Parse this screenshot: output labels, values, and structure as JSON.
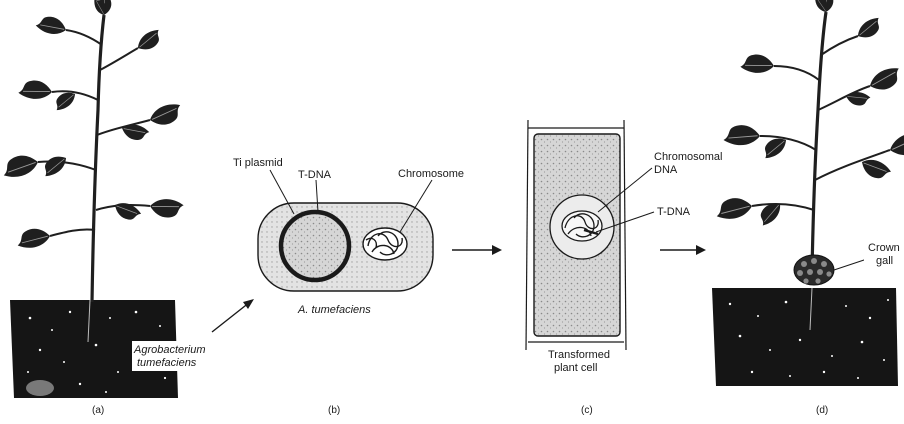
{
  "panels": {
    "a": {
      "caption": "(a)",
      "bacteria_label_line1": "Agrobacterium",
      "bacteria_label_line2": "tumefaciens"
    },
    "b": {
      "caption": "(b)",
      "ti_plasmid_label": "Ti plasmid",
      "tdna_label": "T-DNA",
      "chromosome_label": "Chromosome",
      "organism_label": "A. tumefaciens"
    },
    "c": {
      "caption": "(c)",
      "chromosomal_dna_line1": "Chromosomal",
      "chromosomal_dna_line2": "DNA",
      "tdna_label": "T-DNA",
      "cell_label_line1": "Transformed",
      "cell_label_line2": "plant cell"
    },
    "d": {
      "caption": "(d)",
      "gall_label_line1": "Crown",
      "gall_label_line2": "gall"
    }
  },
  "colors": {
    "ink": "#1a1a1a",
    "soil": "#151515",
    "cell_fill": "#cfcfcf",
    "bacterium_fill": "#e6e6e6"
  }
}
